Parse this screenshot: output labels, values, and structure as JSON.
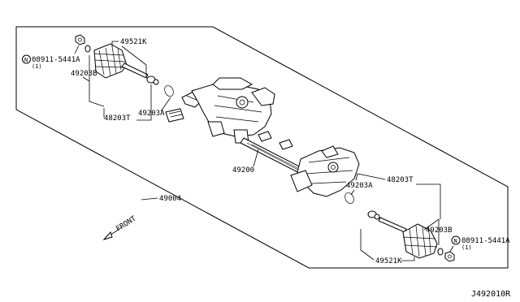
{
  "diagram_id": "J492010R",
  "front_label": "FRONT",
  "callouts": {
    "nut_left": {
      "code": "08911-5441A",
      "qty": "(1)",
      "prefix": "N"
    },
    "nut_right": {
      "code": "08911-5441A",
      "qty": "(1)",
      "prefix": "N"
    },
    "boot_kit_left": "49521K",
    "socket_left": "49203B",
    "tie_rod_left": "48203T",
    "inner_socket_left": "49203A",
    "gear_assy": "49200",
    "complete_assy": "49004",
    "inner_socket_right": "49203A",
    "tie_rod_right": "48203T",
    "socket_right": "49203B",
    "boot_kit_right": "49521K"
  }
}
